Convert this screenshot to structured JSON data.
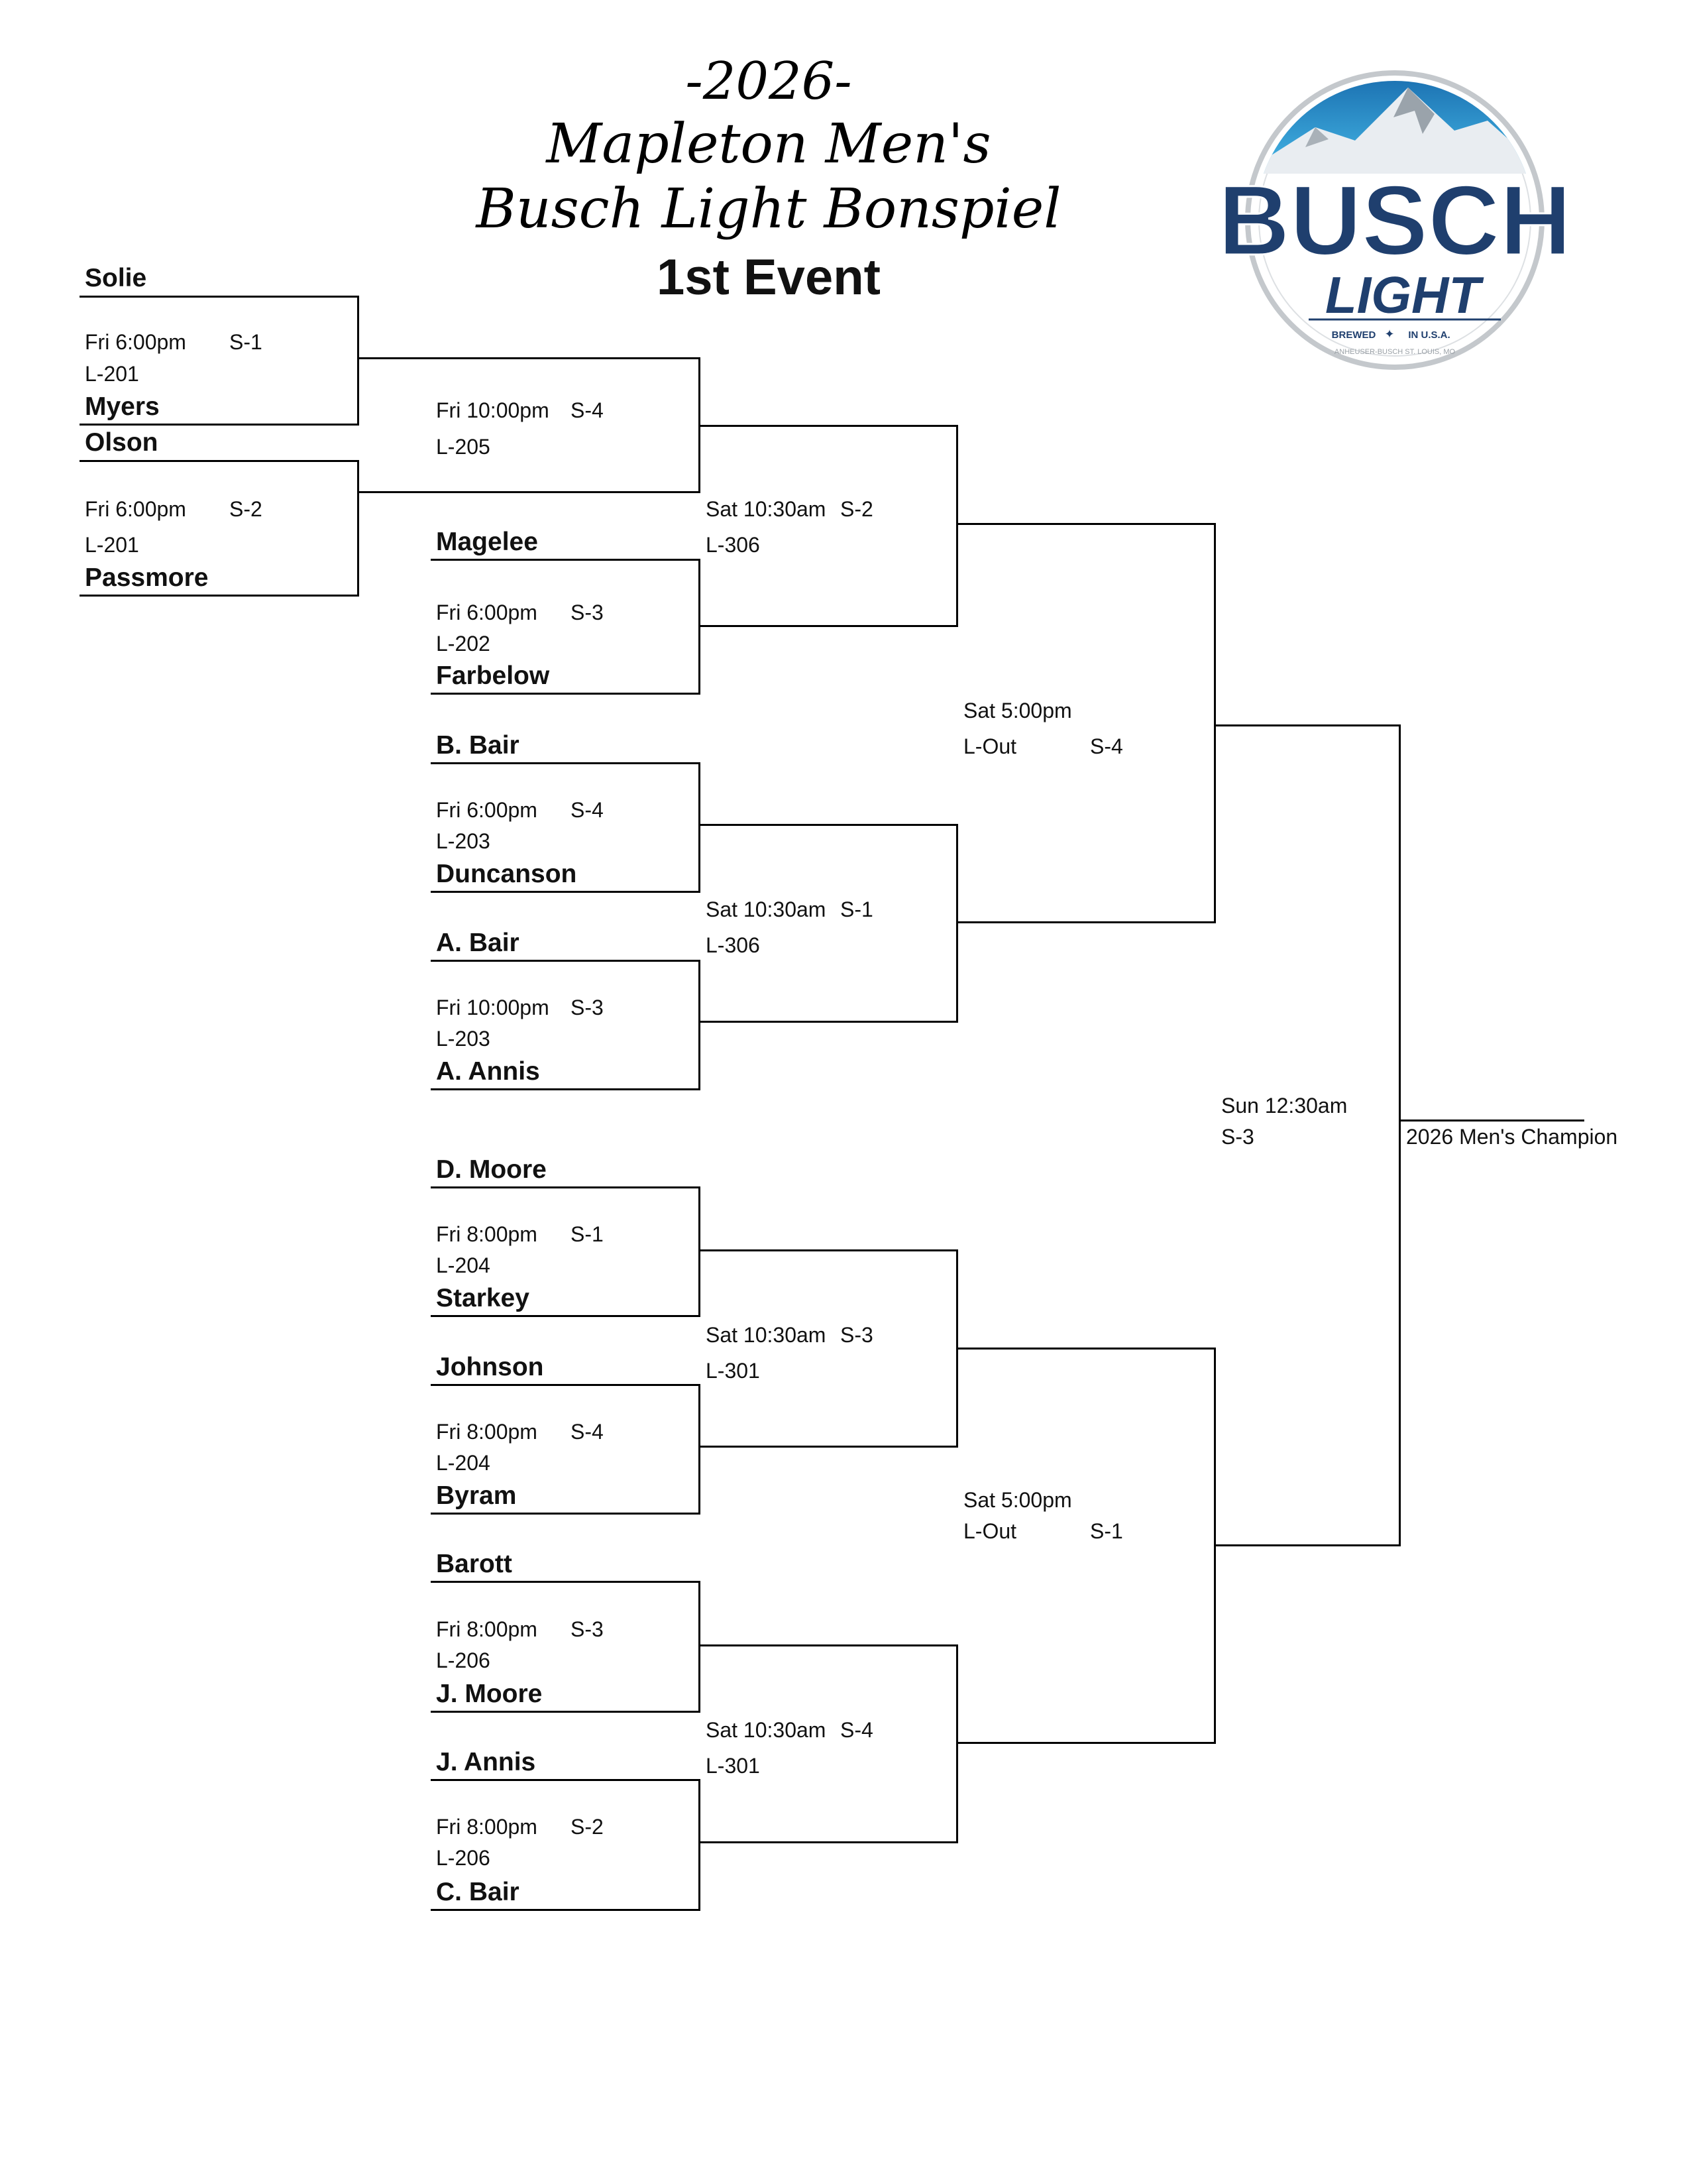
{
  "header": {
    "year": "-2026-",
    "line1": "Mapleton Men's",
    "line2": "Busch Light Bonspiel",
    "event": "1st Event"
  },
  "logo": {
    "brand": "BUSCH",
    "sub": "LIGHT",
    "brewed": "BREWED",
    "usa": "IN U.S.A.",
    "maker": "ANHEUSER-BUSCH ST. LOUIS, MO",
    "colors": {
      "navy": "#1f3f6e",
      "sky": "#2ea3d8",
      "silver": "#bfc4c9"
    }
  },
  "teams": {
    "solie": "Solie",
    "myers": "Myers",
    "olson": "Olson",
    "passmore": "Passmore",
    "magelee": "Magelee",
    "farbelow": "Farbelow",
    "b_bair": "B. Bair",
    "duncanson": "Duncanson",
    "a_bair": "A. Bair",
    "a_annis": "A. Annis",
    "d_moore": "D. Moore",
    "starkey": "Starkey",
    "johnson": "Johnson",
    "byram": "Byram",
    "barott": "Barott",
    "j_moore": "J. Moore",
    "j_annis": "J. Annis",
    "c_bair": "C. Bair"
  },
  "games": {
    "g1": {
      "time": "Fri 6:00pm",
      "sheet": "S-1",
      "loser": "L-201"
    },
    "g2": {
      "time": "Fri 6:00pm",
      "sheet": "S-2",
      "loser": "L-201"
    },
    "g3": {
      "time": "Fri 10:00pm",
      "sheet": "S-4",
      "loser": "L-205"
    },
    "g4": {
      "time": "Fri 6:00pm",
      "sheet": "S-3",
      "loser": "L-202"
    },
    "g5": {
      "time": "Fri 6:00pm",
      "sheet": "S-4",
      "loser": "L-203"
    },
    "g6": {
      "time": "Fri 10:00pm",
      "sheet": "S-3",
      "loser": "L-203"
    },
    "g7": {
      "time": "Fri 8:00pm",
      "sheet": "S-1",
      "loser": "L-204"
    },
    "g8": {
      "time": "Fri 8:00pm",
      "sheet": "S-4",
      "loser": "L-204"
    },
    "g9": {
      "time": "Fri 8:00pm",
      "sheet": "S-3",
      "loser": "L-206"
    },
    "g10": {
      "time": "Fri 8:00pm",
      "sheet": "S-2",
      "loser": "L-206"
    },
    "g11": {
      "time": "Sat 10:30am",
      "sheet": "S-2",
      "loser": "L-306"
    },
    "g12": {
      "time": "Sat 10:30am",
      "sheet": "S-1",
      "loser": "L-306"
    },
    "g13": {
      "time": "Sat 10:30am",
      "sheet": "S-3",
      "loser": "L-301"
    },
    "g14": {
      "time": "Sat 10:30am",
      "sheet": "S-4",
      "loser": "L-301"
    },
    "g15": {
      "time": "Sat 5:00pm",
      "loser": "L-Out",
      "sheet": "S-4"
    },
    "g16": {
      "time": "Sat 5:00pm",
      "loser": "L-Out",
      "sheet": "S-1"
    },
    "g17": {
      "time": "Sun 12:30am",
      "sheet": "S-3"
    }
  },
  "champion_label": "2026 Men's Champion"
}
